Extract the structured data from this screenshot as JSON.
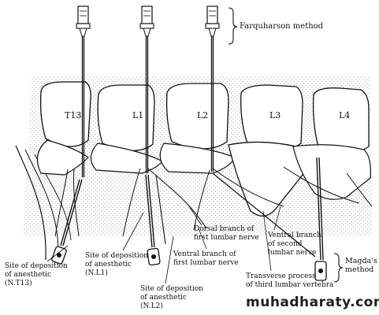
{
  "methods": {
    "farquharson": "Farquharson method",
    "magda": "Magda's\nmethod"
  },
  "vertebrae": [
    {
      "id": "t13",
      "label": "T13"
    },
    {
      "id": "l1",
      "label": "L1"
    },
    {
      "id": "l2",
      "label": "L2"
    },
    {
      "id": "l3",
      "label": "L3"
    },
    {
      "id": "l4",
      "label": "L4"
    }
  ],
  "labels": {
    "site_t13": "Site of deposition\nof anesthetic\n(N.T13)",
    "site_l1": "Site of deposition\nof anesthetic\n(N.L1)",
    "site_l2": "Site of deposition\nof anesthetic\n(N.L2)",
    "dorsal_branch": "Dorsal branch of\nfirst lumbar nerve",
    "ventral_first": "Ventral branch of\nfirst lumbar nerve",
    "ventral_second": "Ventral branch\nof second\nlumbar nerve",
    "transverse": "Transverse process\nof third lumbar vertebra"
  },
  "watermark": "muhadharaty.com",
  "colors": {
    "ink": "#111111",
    "background": "#ffffff",
    "stipple": "#9a9a9a"
  }
}
